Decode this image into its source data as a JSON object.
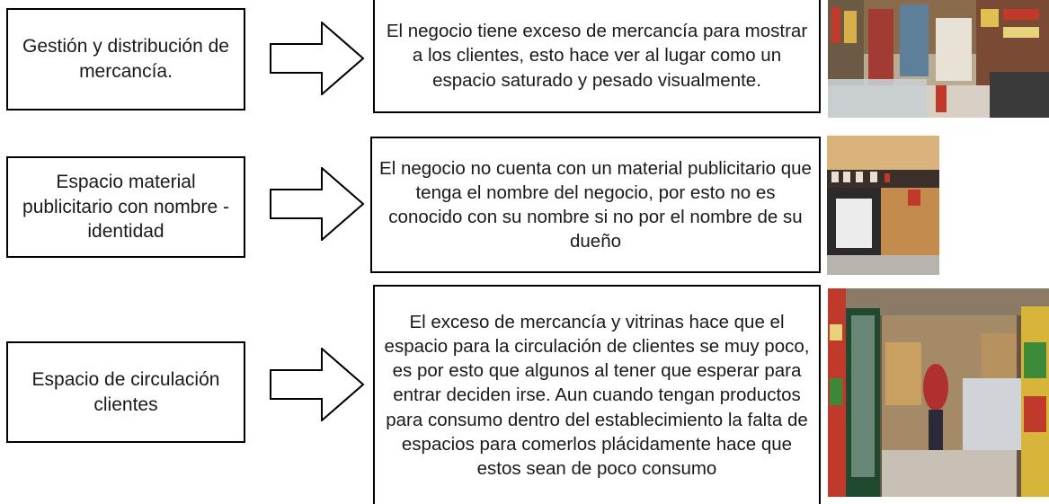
{
  "rows": [
    {
      "label": "Gestión y distribución de mercancía.",
      "description": "El negocio tiene exceso de mercancía para mostrar a los clientes, esto hace ver al lugar como un espacio saturado y pesado visualmente.",
      "photo": "store-interior-aisle-photo"
    },
    {
      "label": "Espacio material publicitario con nombre - identidad",
      "description": "El negocio no cuenta con un material publicitario que tenga el nombre del negocio, por esto no es conocido con su nombre si no por el nombre de su dueño",
      "photo": "store-facade-photo"
    },
    {
      "label": "Espacio de circulación clientes",
      "description": "El exceso de mercancía y vitrinas hace que el espacio para la circulación de clientes se muy poco, es por esto que algunos al tener que esperar para entrar deciden irse. Aun cuando tengan productos para consumo dentro del establecimiento la falta de espacios para comerlos plácidamente hace que estos sean de poco consumo",
      "photo": "store-entrance-photo"
    }
  ],
  "icons": {
    "arrow": "right-arrow-icon"
  }
}
